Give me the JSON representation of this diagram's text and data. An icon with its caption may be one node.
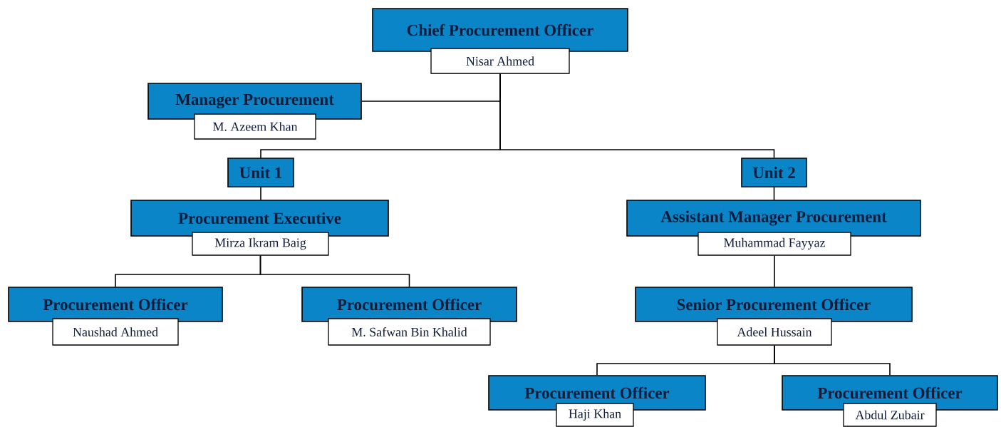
{
  "diagram": {
    "nodes": [
      {
        "text": [
          "Chief Procurement Officer",
          "Nisar Ahmed"
        ]
      },
      {
        "text": [
          "Manager Procurement",
          "M. Azeem Khan"
        ]
      },
      {
        "text": [
          "Unit 1"
        ]
      },
      {
        "text": [
          "Unit 2"
        ]
      },
      {
        "text": [
          "Procurement Executive",
          "Mirza Ikram Baig"
        ]
      },
      {
        "text": [
          "Assistant Manager Procurement",
          "Muhammad Fayyaz"
        ]
      },
      {
        "text": [
          "Procurement Officer",
          "Naushad Ahmed"
        ]
      },
      {
        "text": [
          "Procurement Officer",
          "M. Safwan Bin Khalid"
        ]
      },
      {
        "text": [
          "Senior Procurement Officer",
          "Adeel Hussain"
        ]
      },
      {
        "text": [
          "Procurement Officer",
          "Haji Khan"
        ]
      },
      {
        "text": [
          "Procurement Officer",
          "Abdul Zubair"
        ]
      }
    ],
    "edges": [
      {
        "from": 0,
        "to": 1,
        "arrow": "none"
      },
      {
        "from": 0,
        "to": 2,
        "arrow": "none"
      },
      {
        "from": 0,
        "to": 3,
        "arrow": "none"
      },
      {
        "from": 2,
        "to": 4,
        "arrow": "none"
      },
      {
        "from": 3,
        "to": 5,
        "arrow": "none"
      },
      {
        "from": 4,
        "to": 6,
        "arrow": "none"
      },
      {
        "from": 4,
        "to": 7,
        "arrow": "none"
      },
      {
        "from": 5,
        "to": 8,
        "arrow": "none"
      },
      {
        "from": 8,
        "to": 9,
        "arrow": "none"
      },
      {
        "from": 8,
        "to": 10,
        "arrow": "none"
      }
    ]
  }
}
